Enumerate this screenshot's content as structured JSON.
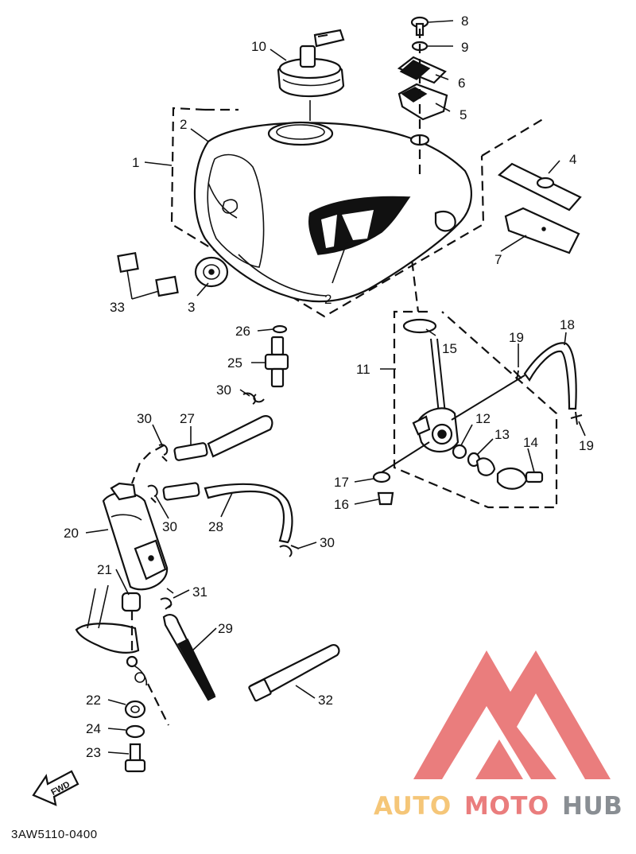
{
  "diagram_code": "3AW5110-0400",
  "fwd_label": "FWD",
  "brand": {
    "auto": "AUTO",
    "moto": "MOTO",
    "hub": "HUB",
    "color_auto": "#f4c06a",
    "color_moto": "#e86f6f",
    "color_hub": "#7d8288",
    "logo_color": "#e86f6f"
  },
  "callouts": {
    "c1": "1",
    "c2a": "2",
    "c2b": "2",
    "c3": "3",
    "c4": "4",
    "c5": "5",
    "c6": "6",
    "c7": "7",
    "c8": "8",
    "c9": "9",
    "c10": "10",
    "c11": "11",
    "c12": "12",
    "c13": "13",
    "c14": "14",
    "c15": "15",
    "c16": "16",
    "c17": "17",
    "c18": "18",
    "c19a": "19",
    "c19b": "19",
    "c20": "20",
    "c21": "21",
    "c22": "22",
    "c23": "23",
    "c24": "24",
    "c25": "25",
    "c26": "26",
    "c27": "27",
    "c28": "28",
    "c29": "29",
    "c30a": "30",
    "c30b": "30",
    "c30c": "30",
    "c30d": "30",
    "c31": "31",
    "c32": "32",
    "c33": "33"
  }
}
